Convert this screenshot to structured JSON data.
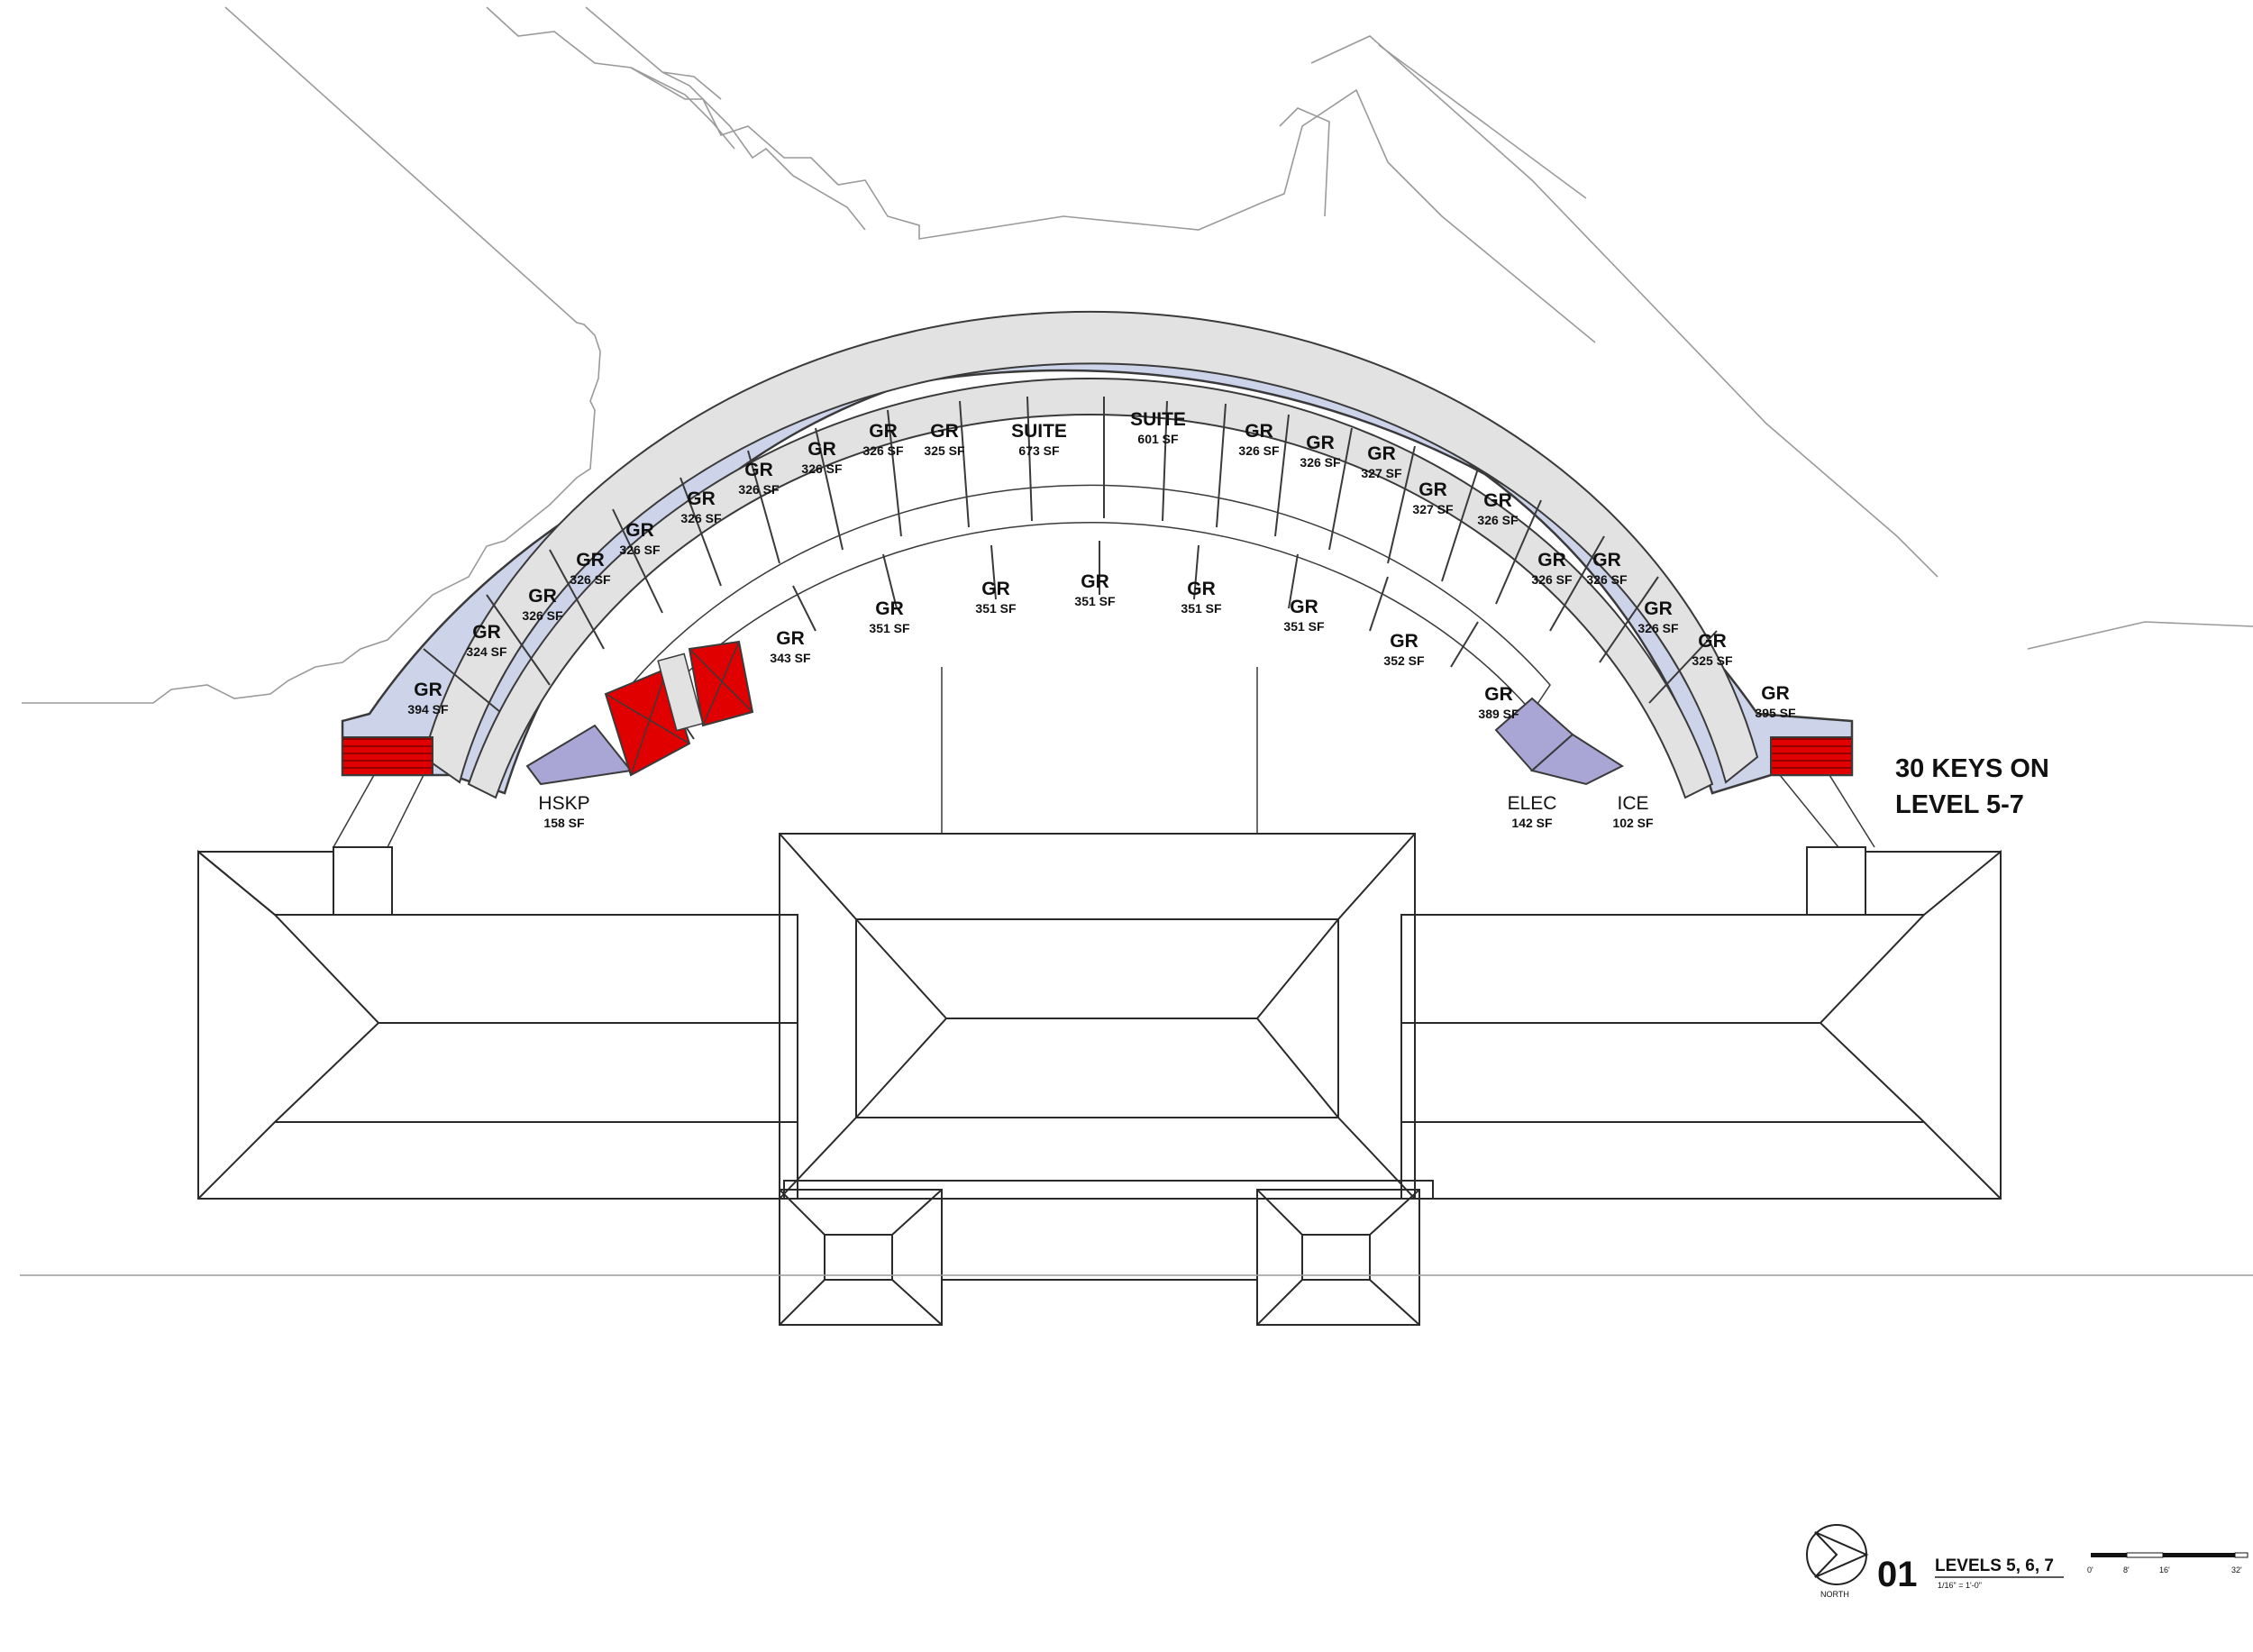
{
  "diagram": {
    "keys_line1": "30 KEYS ON",
    "keys_line2": "LEVEL 5-7",
    "north_label": "NORTH",
    "drawing_number": "01",
    "drawing_title": "LEVELS 5, 6, 7",
    "drawing_scale": "1/16\" = 1'-0\"",
    "scale_ticks": [
      "0'",
      "8'",
      "16'",
      "32'"
    ]
  },
  "outer_rooms": [
    {
      "name": "GR",
      "area": "394 SF"
    },
    {
      "name": "GR",
      "area": "324 SF"
    },
    {
      "name": "GR",
      "area": "326 SF"
    },
    {
      "name": "GR",
      "area": "326 SF"
    },
    {
      "name": "GR",
      "area": "326 SF"
    },
    {
      "name": "GR",
      "area": "326 SF"
    },
    {
      "name": "GR",
      "area": "326 SF"
    },
    {
      "name": "GR",
      "area": "326 SF"
    },
    {
      "name": "GR",
      "area": "326 SF"
    },
    {
      "name": "GR",
      "area": "325 SF"
    },
    {
      "name": "SUITE",
      "area": "673 SF"
    },
    {
      "name": "SUITE",
      "area": "601 SF"
    },
    {
      "name": "GR",
      "area": "326 SF"
    },
    {
      "name": "GR",
      "area": "326 SF"
    },
    {
      "name": "GR",
      "area": "327 SF"
    },
    {
      "name": "GR",
      "area": "327 SF"
    },
    {
      "name": "GR",
      "area": "326 SF"
    },
    {
      "name": "GR",
      "area": "326 SF"
    },
    {
      "name": "GR",
      "area": "326 SF"
    },
    {
      "name": "GR",
      "area": "326 SF"
    },
    {
      "name": "GR",
      "area": "325 SF"
    },
    {
      "name": "GR",
      "area": "395 SF"
    }
  ],
  "inner_rooms": [
    {
      "name": "GR",
      "area": "343 SF"
    },
    {
      "name": "GR",
      "area": "351 SF"
    },
    {
      "name": "GR",
      "area": "351 SF"
    },
    {
      "name": "GR",
      "area": "351 SF"
    },
    {
      "name": "GR",
      "area": "351 SF"
    },
    {
      "name": "GR",
      "area": "351 SF"
    },
    {
      "name": "GR",
      "area": "352 SF"
    },
    {
      "name": "GR",
      "area": "389 SF"
    }
  ],
  "service_rooms": [
    {
      "name": "HSKP",
      "area": "158 SF"
    },
    {
      "name": "ELEC",
      "area": "142 SF"
    },
    {
      "name": "ICE",
      "area": "102 SF"
    }
  ],
  "colors": {
    "room_fill": "#cdd4ea",
    "service_fill": "#a9a6d6",
    "corridor_fill": "#e2e2e2",
    "stair_fill": "#e00000",
    "line": "#3a3a3a",
    "context_line": "#9a9a9a"
  }
}
